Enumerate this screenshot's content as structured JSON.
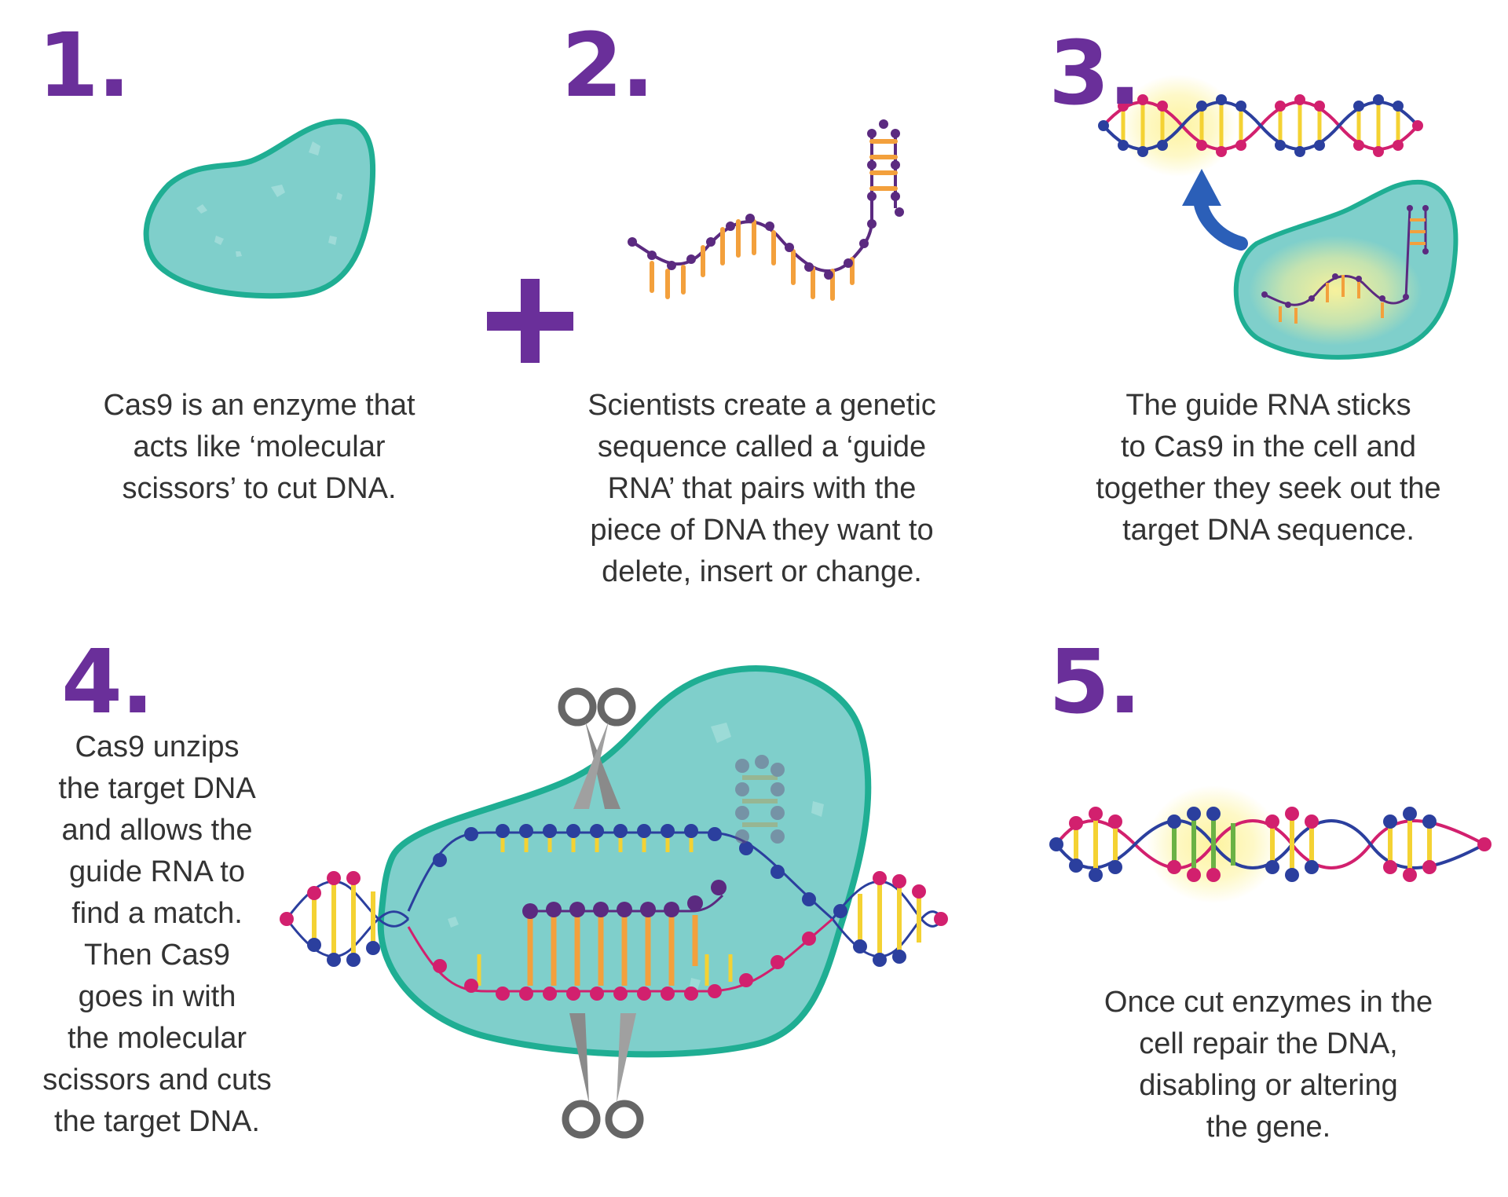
{
  "colors": {
    "accent_purple": "#6a2f9a",
    "cell_fill": "#7fcfcb",
    "cell_outline": "#1fae93",
    "dna_magenta": "#d2206e",
    "dna_blue": "#2b3f9e",
    "dna_rung_yellow": "#f4d233",
    "rna_orange": "#f3a03c",
    "rna_purple": "#5b2a80",
    "repair_green": "#6ab245",
    "glow_yellow": "#fdf39a",
    "text": "#333333"
  },
  "icons": {
    "plus": "plus-icon",
    "arrow": "curved-arrow-icon",
    "scissors": "scissors-icon"
  },
  "steps": [
    {
      "number": "1.",
      "lines": [
        "Cas9 is an enzyme that",
        "acts like ‘molecular",
        "scissors’ to cut DNA."
      ]
    },
    {
      "number": "2.",
      "lines": [
        "Scientists create a genetic",
        "sequence called a ‘guide",
        "RNA’ that pairs with the",
        "piece of DNA they want to",
        "delete, insert or change."
      ]
    },
    {
      "number": "3.",
      "lines": [
        "The guide RNA sticks",
        "to Cas9 in the cell and",
        "together they seek out the",
        "target DNA sequence."
      ]
    },
    {
      "number": "4.",
      "lines": [
        "Cas9 unzips",
        "the target DNA",
        "and allows the",
        "guide RNA to",
        "find a match.",
        "Then Cas9",
        "goes in with",
        "the molecular",
        "scissors and cuts",
        "the target DNA."
      ]
    },
    {
      "number": "5.",
      "lines": [
        "Once cut enzymes in the",
        "cell repair the DNA,",
        "disabling or altering",
        "the gene."
      ]
    }
  ]
}
